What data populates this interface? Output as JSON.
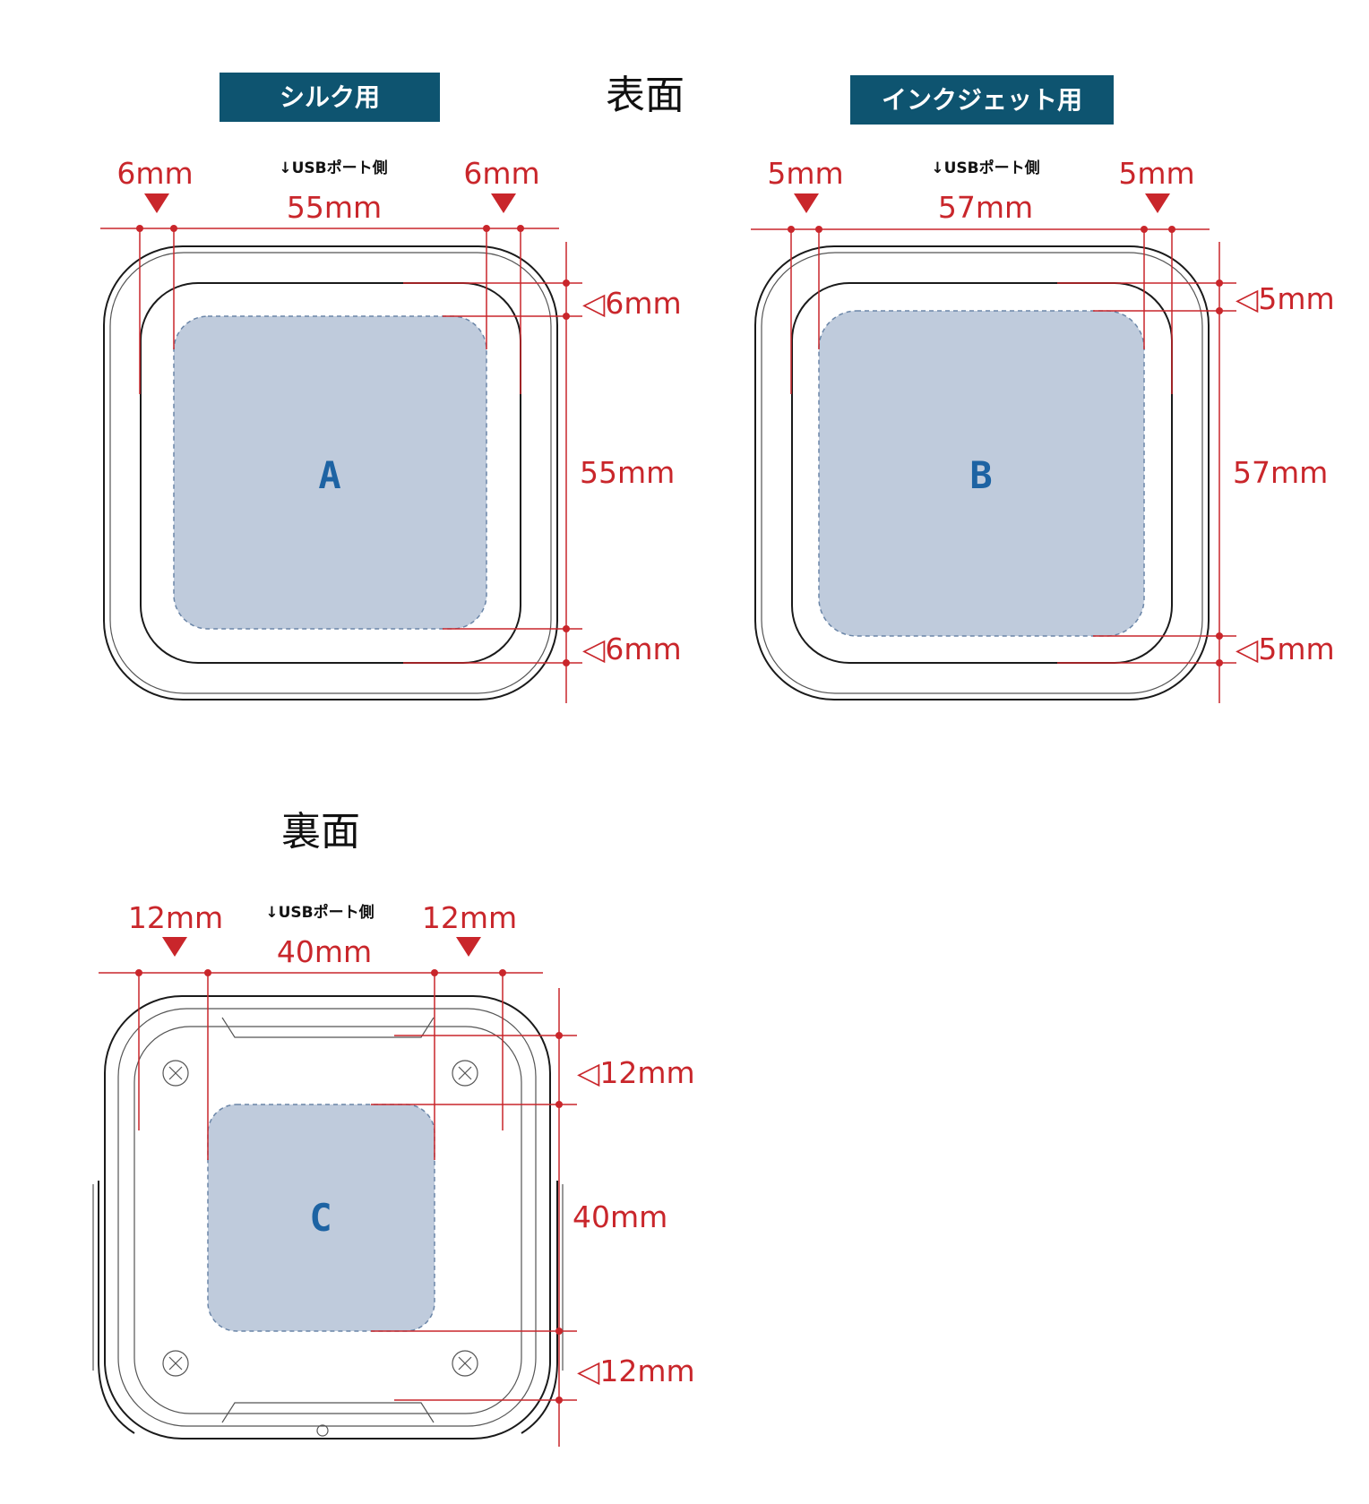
{
  "front": {
    "title": "表面",
    "silk": {
      "badge": "シルク用",
      "usb_note": "↓USBポート側",
      "margin_left": "6mm",
      "margin_right": "6mm",
      "width": "55mm",
      "height": "55mm",
      "margin_top": "◁6mm",
      "margin_bottom": "◁6mm",
      "area_label": "A"
    },
    "inkjet": {
      "badge": "インクジェット用",
      "usb_note": "↓USBポート側",
      "margin_left": "5mm",
      "margin_right": "5mm",
      "width": "57mm",
      "height": "57mm",
      "margin_top": "◁5mm",
      "margin_bottom": "◁5mm",
      "area_label": "B"
    }
  },
  "back": {
    "title": "裏面",
    "usb_note": "↓USBポート側",
    "margin_left": "12mm",
    "margin_right": "12mm",
    "width": "40mm",
    "height": "40mm",
    "margin_top": "◁12mm",
    "margin_bottom": "◁12mm",
    "area_label": "C"
  },
  "colors": {
    "badge_bg": "#0e5470",
    "dimension": "#c9262b",
    "print_area": "#bfcbdc",
    "area_label": "#1d63a3"
  }
}
